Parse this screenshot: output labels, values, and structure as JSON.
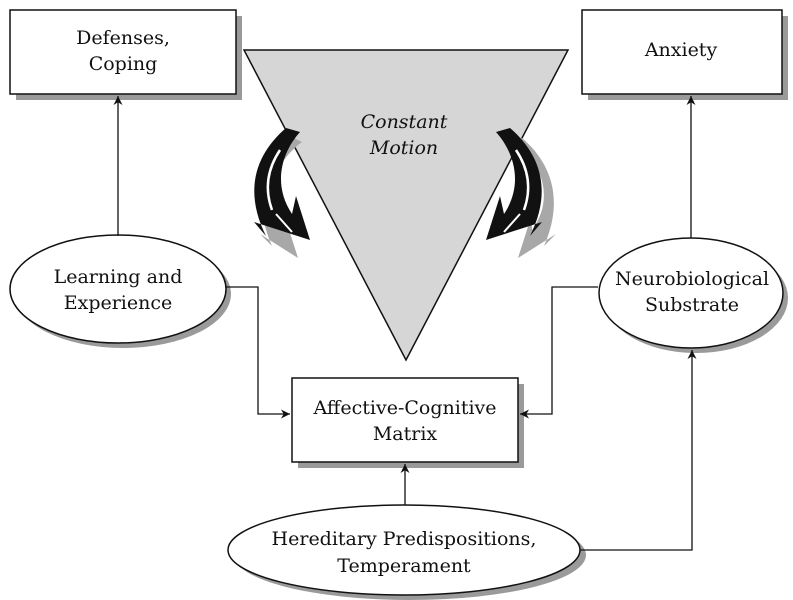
{
  "nodes": {
    "defenses": {
      "line1": "Defenses,",
      "line2": "Coping"
    },
    "anxiety": {
      "line1": "Anxiety"
    },
    "constant_motion": {
      "line1": "Constant",
      "line2": "Motion"
    },
    "learning": {
      "line1": "Learning and",
      "line2": "Experience"
    },
    "neuro": {
      "line1": "Neurobiological",
      "line2": "Substrate"
    },
    "matrix": {
      "line1": "Affective-Cognitive",
      "line2": "Matrix"
    },
    "hereditary": {
      "line1": "Hereditary Predispositions,",
      "line2": "Temperament"
    }
  },
  "colors": {
    "triangle_fill": "#d6d6d6",
    "stroke": "#111111",
    "node_shadow": "#9a9a9a",
    "arrow_shadow": "#a8a8a8"
  }
}
